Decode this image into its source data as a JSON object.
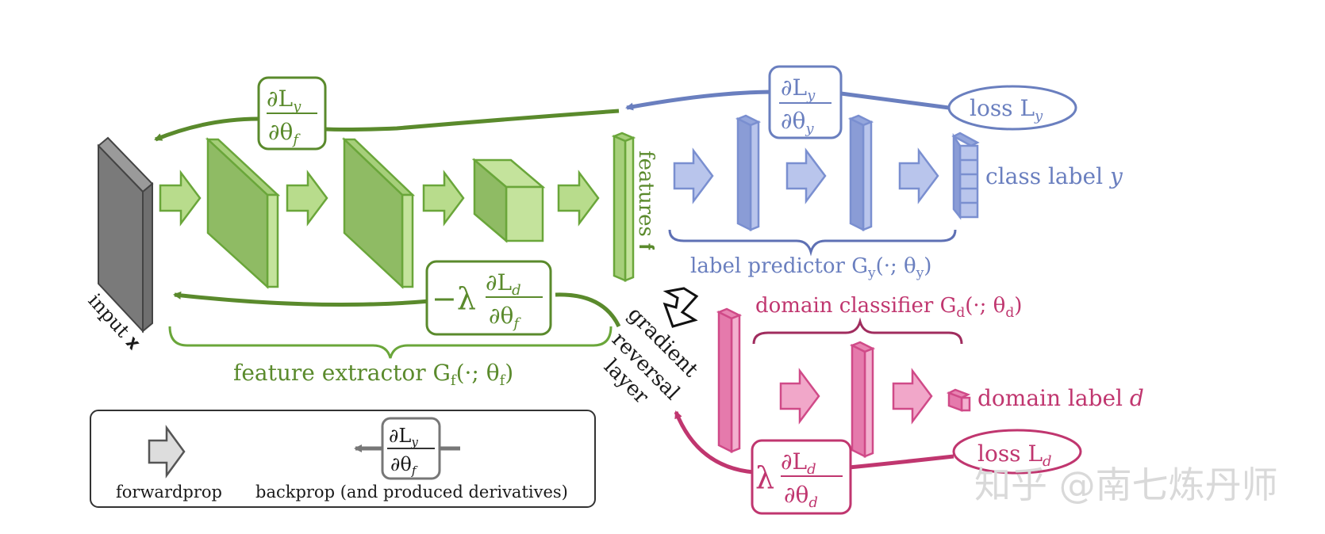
{
  "input": {
    "label": "input 𝐱"
  },
  "features": {
    "label": "features 𝐟"
  },
  "label_predictor": {
    "label": "label predictor G",
    "sub": "y",
    "args": "(·; θ",
    "args_sub": "y",
    "close": ")"
  },
  "domain_classifier": {
    "label": "domain classifier G",
    "sub": "d",
    "args": "(·; θ",
    "args_sub": "d",
    "close": ")"
  },
  "feature_extractor": {
    "label": "feature extractor G",
    "sub": "f",
    "args": "(·; θ",
    "args_sub": "f",
    "close": ")"
  },
  "class_label": {
    "text": "class label ",
    "var": "y"
  },
  "domain_label": {
    "text": "domain label ",
    "var": "d"
  },
  "loss_y": {
    "text": "loss L",
    "sub": "y"
  },
  "loss_d": {
    "text": "loss L",
    "sub": "d"
  },
  "grad_reversal": {
    "line1": "gradient",
    "line2": "reversal",
    "line3": "layer"
  },
  "deriv_y_f": {
    "num": "∂L",
    "num_sub": "y",
    "den": "∂θ",
    "den_sub": "f"
  },
  "deriv_y_y": {
    "num": "∂L",
    "num_sub": "y",
    "den": "∂θ",
    "den_sub": "y"
  },
  "deriv_d_f": {
    "prefix": "−λ",
    "num": "∂L",
    "num_sub": "d",
    "den": "∂θ",
    "den_sub": "f"
  },
  "deriv_d_d": {
    "prefix": "λ",
    "num": "∂L",
    "num_sub": "d",
    "den": "∂θ",
    "den_sub": "d"
  },
  "legend": {
    "forward": "forwardprop",
    "backward": "backprop (and produced derivatives)",
    "deriv": {
      "num": "∂L",
      "num_sub": "y",
      "den": "∂θ",
      "den_sub": "f"
    }
  },
  "watermark": "知乎 @南七炼丹师",
  "colors": {
    "green": "#5a8a2c",
    "green_fill": "#b8dc8c",
    "blue": "#6a7fbf",
    "blue_fill": "#a9b6e3",
    "pink": "#c0366f",
    "pink_fill": "#ee9ec1",
    "gray": "#555555"
  }
}
